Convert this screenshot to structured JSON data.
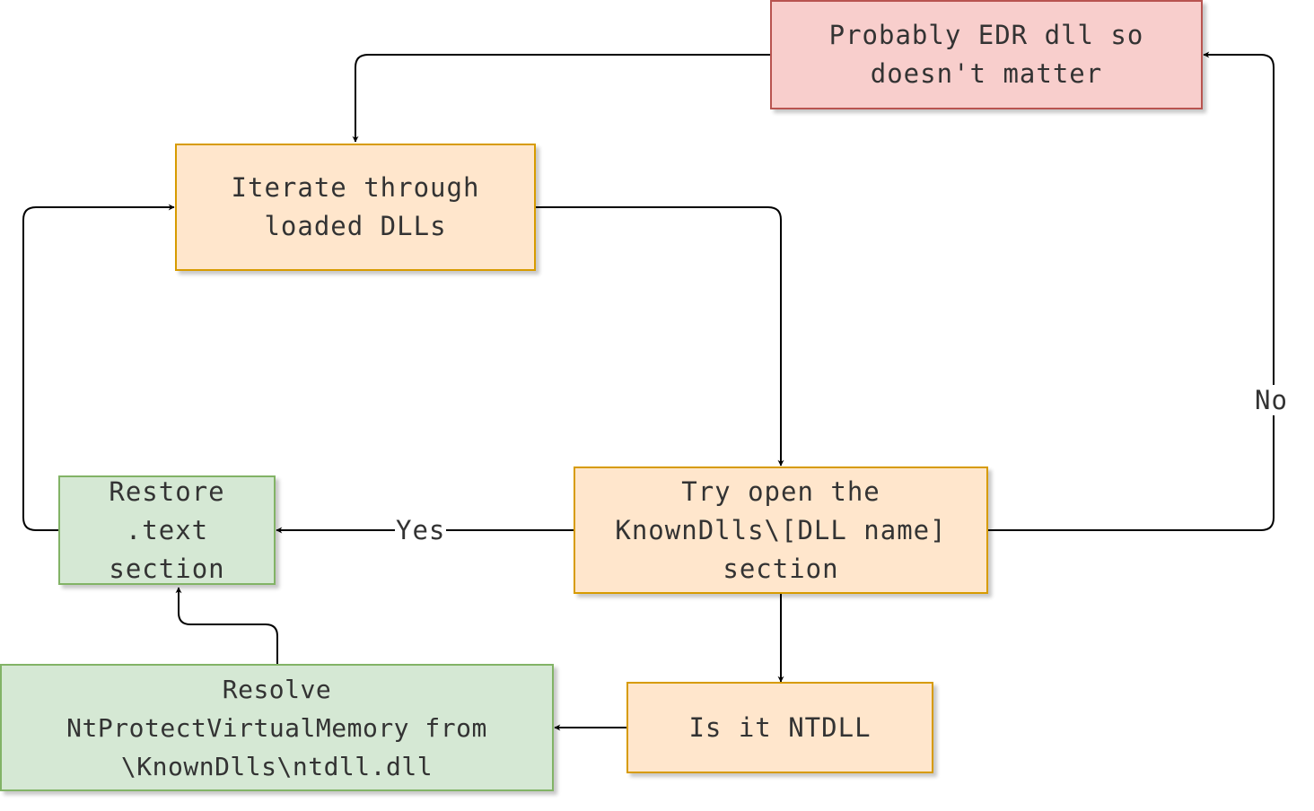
{
  "colors": {
    "orange_fill": "#ffe6cc",
    "orange_stroke": "#d79b00",
    "red_fill": "#f8cecc",
    "red_stroke": "#b85450",
    "green_fill": "#d5e8d4",
    "green_stroke": "#82b366",
    "edge": "#000000"
  },
  "nodes": {
    "edr": {
      "text": "Probably EDR dll so\ndoesn't matter"
    },
    "iterate": {
      "text": "Iterate through\nloaded DLLs"
    },
    "try_open": {
      "text": "Try open the\nKnownDlls\\[DLL name]\nsection"
    },
    "restore": {
      "text": "Restore\n.text\nsection"
    },
    "is_ntdll": {
      "text": "Is it NTDLL"
    },
    "resolve": {
      "text": "Resolve\nNtProtectVirtualMemory from\n\\KnownDlls\\ntdll.dll"
    }
  },
  "edges": {
    "yes_label": "Yes",
    "no_label": "No"
  }
}
